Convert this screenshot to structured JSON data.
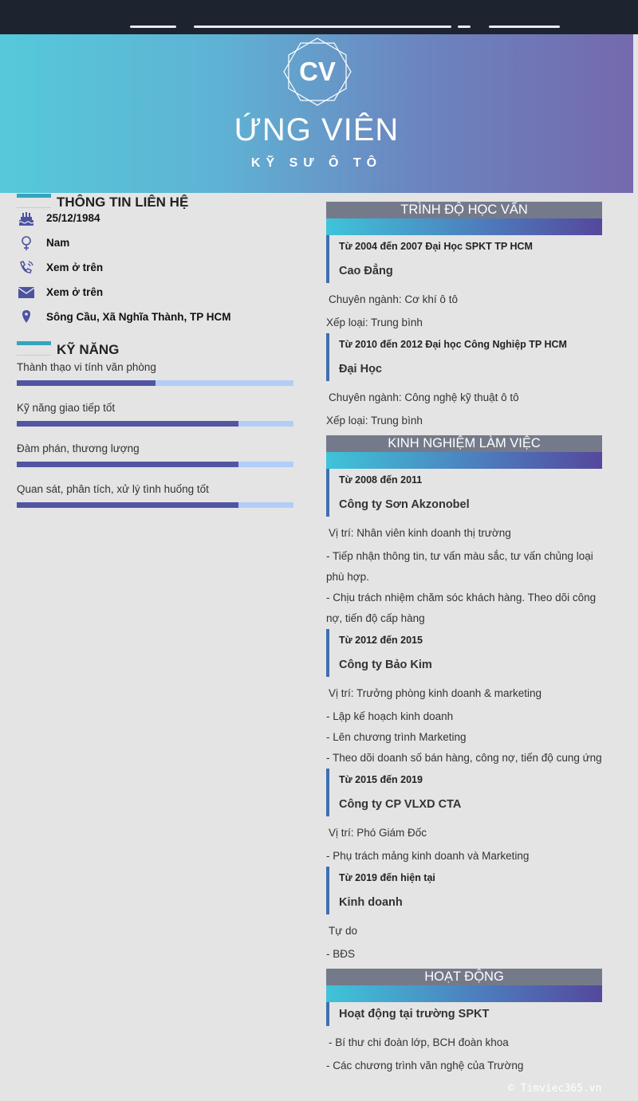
{
  "header": {
    "logo_text": "CV",
    "name": "ỨNG VIÊN",
    "position": "KỸ SƯ Ô TÔ"
  },
  "contact": {
    "title": "THÔNG TIN LIÊN HỆ",
    "birthday": "25/12/1984",
    "gender": "Nam",
    "phone": "Xem ở trên",
    "email": "Xem ở trên",
    "address": "Sông Cầu, Xã Nghĩa Thành, TP HCM"
  },
  "skills": {
    "title": "KỸ NĂNG",
    "items": [
      {
        "label": "Thành thạo vi tính văn phòng",
        "level": 0.5
      },
      {
        "label": "Kỹ năng giao tiếp tốt",
        "level": 0.8
      },
      {
        "label": "Đàm phán, thương lượng",
        "level": 0.8
      },
      {
        "label": "Quan sát, phân tích, xử lý tình huống tốt",
        "level": 0.8
      }
    ]
  },
  "education": {
    "title": "TRÌNH ĐỘ HỌC VẤN",
    "items": [
      {
        "time": "Từ 2004 đến 2007 Đại Học SPKT TP HCM",
        "org": "Cao Đẳng",
        "lines": [
          "Chuyên ngành: Cơ khí ô tô",
          "Xếp loại: Trung bình"
        ]
      },
      {
        "time": "Từ 2010 đến 2012 Đại học Công Nghiệp TP HCM",
        "org": "Đại Học",
        "lines": [
          "Chuyên ngành: Công nghệ kỹ thuật ô tô",
          "Xếp loại: Trung bình"
        ]
      }
    ]
  },
  "experience": {
    "title": "KINH NGHIỆM LÀM VIỆC",
    "items": [
      {
        "time": "Từ 2008 đến 2011",
        "org": "Công ty Sơn Akzonobel",
        "role": "Vị trí: Nhân viên kinh doanh thị trường",
        "lines": [
          "- Tiếp nhận thông tin, tư vấn màu sắc, tư vấn chủng loại",
          "phù hợp.",
          "- Chịu trách nhiệm chăm sóc khách hàng. Theo dõi công",
          "nợ, tiến độ cấp hàng"
        ]
      },
      {
        "time": "Từ 2012 đến 2015",
        "org": "Công ty Bảo Kim",
        "role": "Vị trí: Trưởng phòng kinh doanh & marketing",
        "lines": [
          "- Lập kế hoạch kinh doanh",
          "- Lên chương trình Marketing",
          "- Theo dõi doanh số bán hàng, công nợ, tiến độ cung ứng"
        ]
      },
      {
        "time": "Từ 2015 đến 2019",
        "org": "Công ty CP VLXD CTA",
        "role": "Vị trí: Phó Giám Đốc",
        "lines": [
          "- Phụ trách mảng kinh doanh và Marketing"
        ]
      },
      {
        "time": "Từ 2019 đến hiện tại",
        "org": "Kinh doanh",
        "role": "Tự do",
        "lines": [
          "- BĐS"
        ]
      }
    ]
  },
  "activities": {
    "title": "HOẠT ĐỘNG",
    "items": [
      {
        "org": "Hoạt động tại trường SPKT",
        "role": "- Bí thư chi đoàn lớp, BCH đoàn khoa",
        "lines": [
          "- Các chương trình văn nghệ của Trường"
        ]
      }
    ]
  },
  "footer": "© Timviec365.vn",
  "colors": {
    "accent_blue": "#5155a2",
    "accent_teal": "#35a5be",
    "topbar": "#1e2330"
  },
  "icons": {
    "birthday": "cake-icon",
    "gender": "female-icon",
    "phone": "phone-icon",
    "email": "envelope-icon",
    "address": "map-pin-icon"
  }
}
